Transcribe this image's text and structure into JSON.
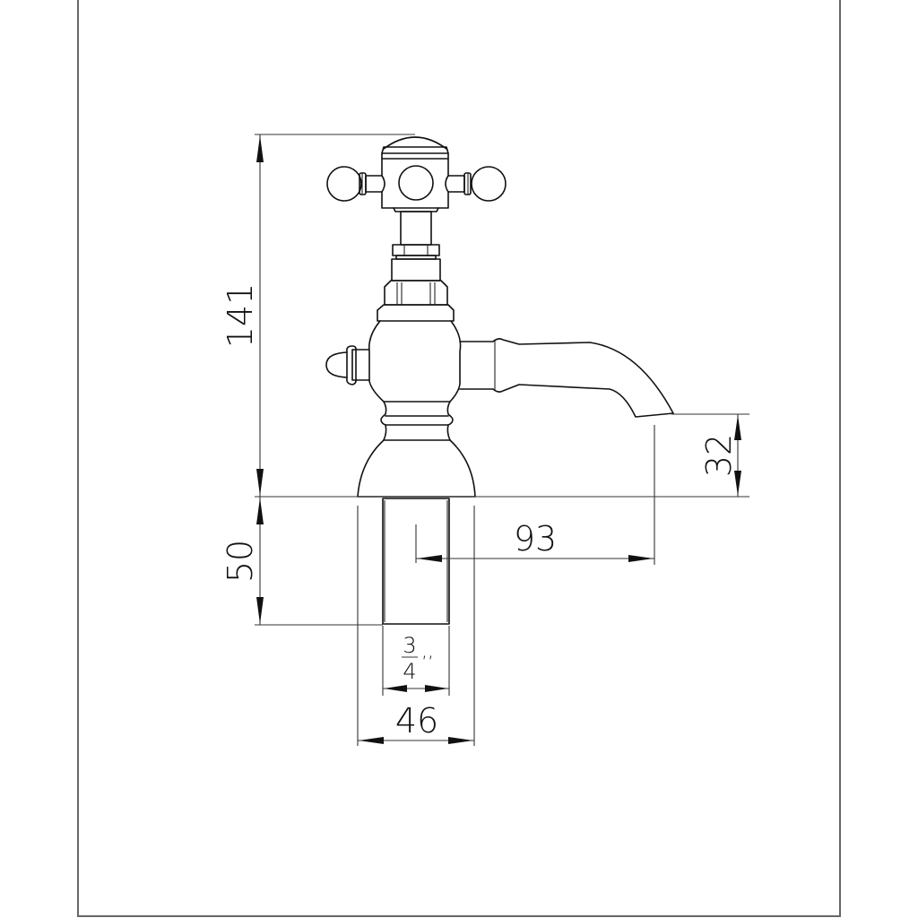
{
  "drawing": {
    "subject": "bath pillar tap with crosshead handle",
    "units": "mm",
    "line_color": "#111111",
    "background": "#ffffff",
    "frame_color": "#666666"
  },
  "dimensions": {
    "overall_height": {
      "value": "141",
      "label": "141",
      "orientation": "vertical"
    },
    "tail_length": {
      "value": "50",
      "label": "50",
      "orientation": "vertical"
    },
    "spout_height": {
      "value": "32",
      "label": "32",
      "orientation": "vertical"
    },
    "spout_reach": {
      "value": "93",
      "label": "93",
      "orientation": "horizontal"
    },
    "base_diameter": {
      "value": "46",
      "label": "46",
      "orientation": "horizontal"
    },
    "thread_size": {
      "numerator": "3",
      "denominator": "4",
      "unit_mark": ",,",
      "label": "3/4\""
    }
  }
}
